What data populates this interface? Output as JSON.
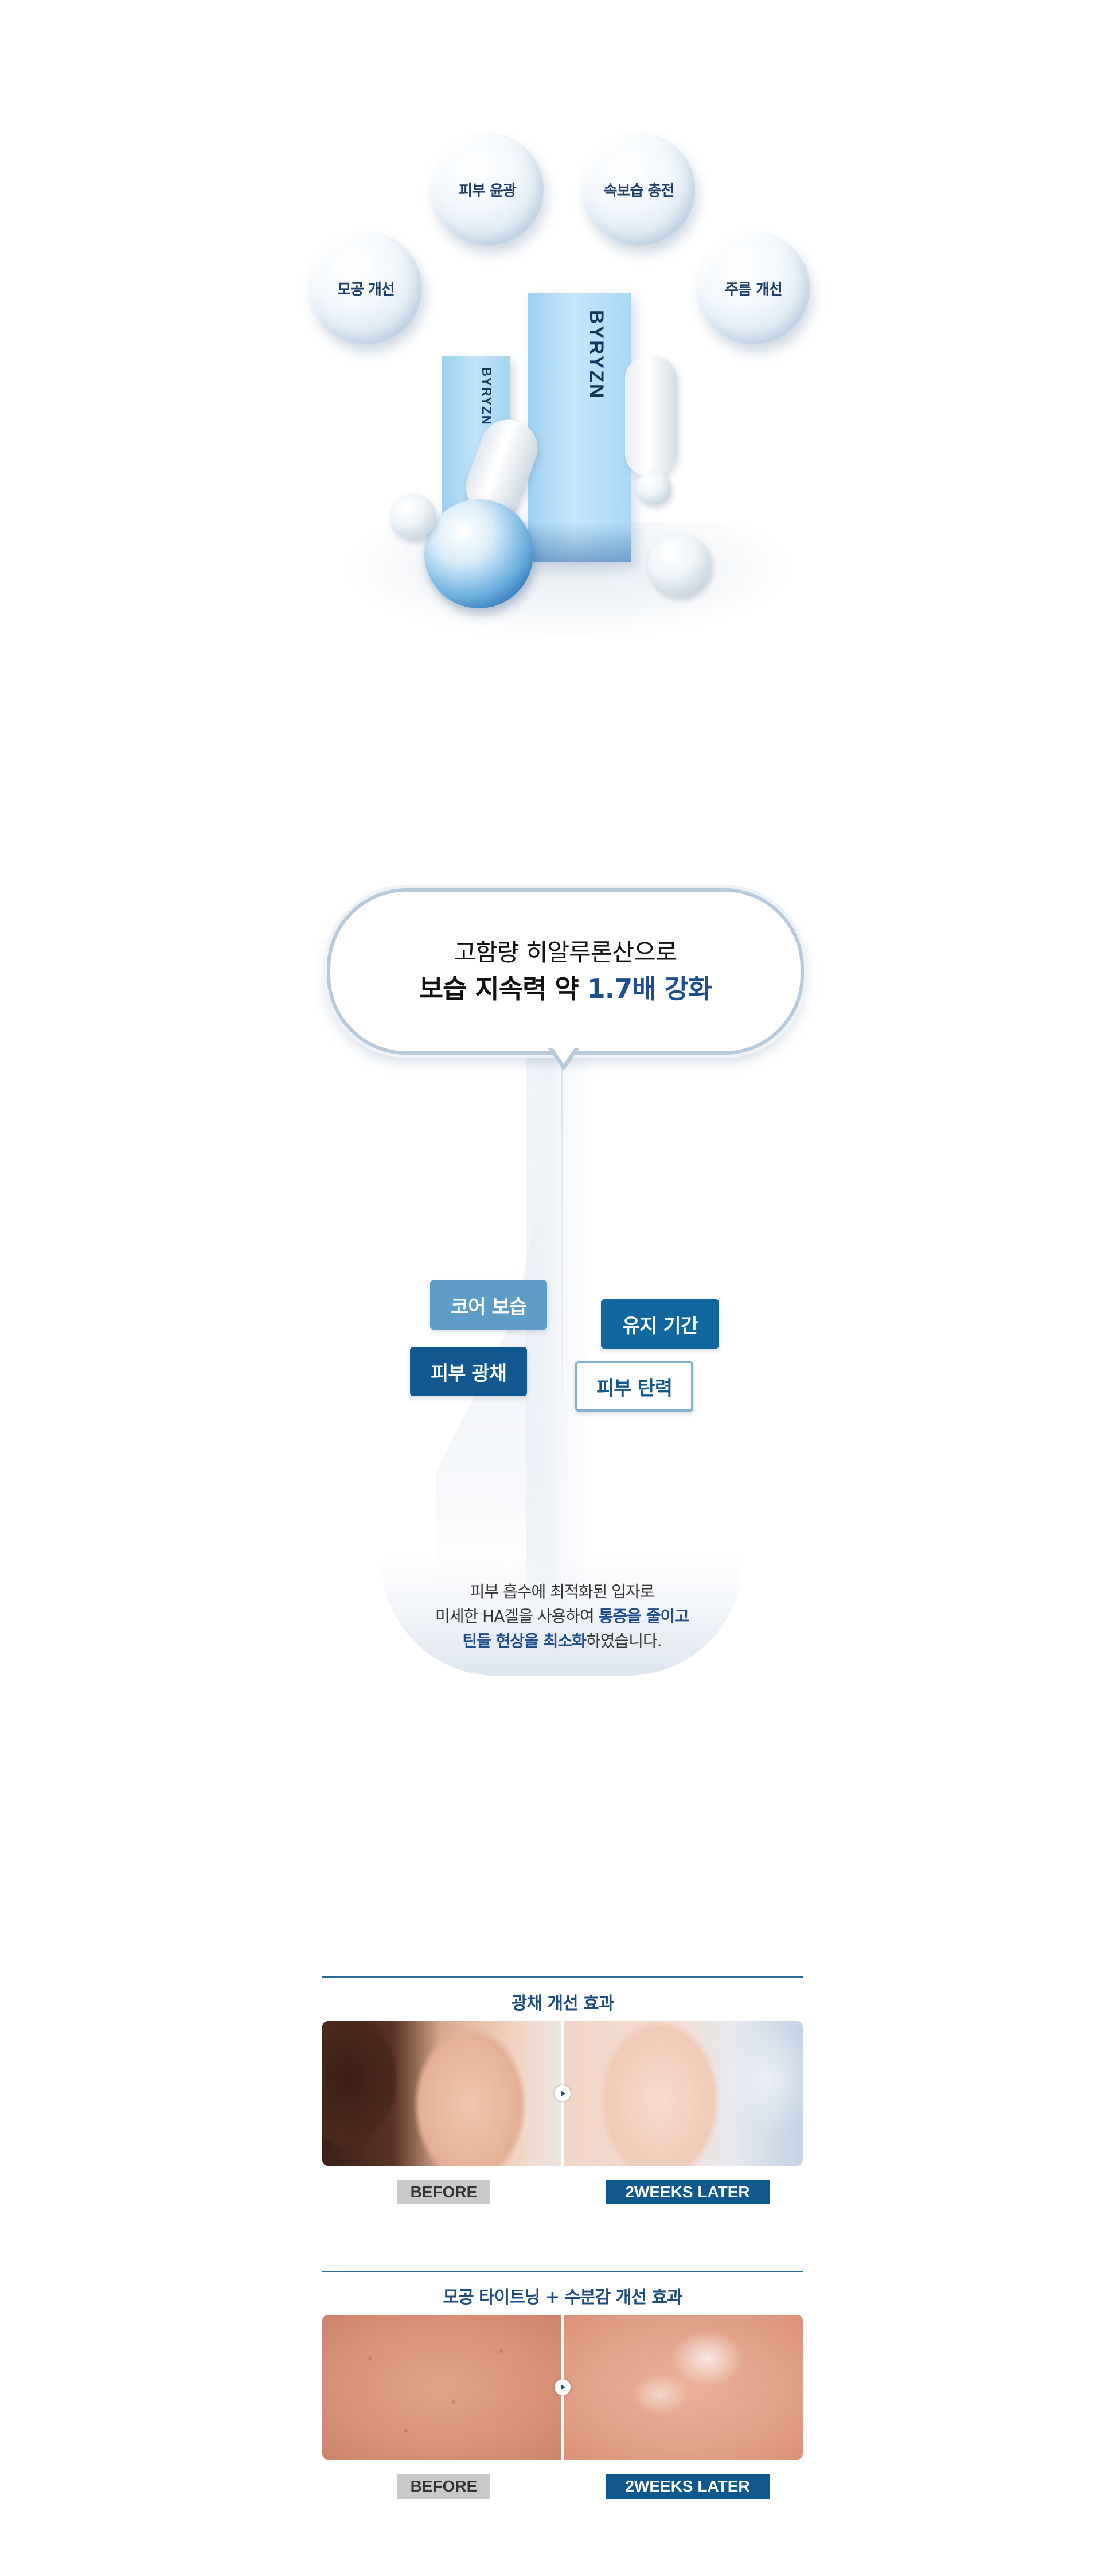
{
  "benefits": {
    "skin_glow": "피부 윤광",
    "deep_moisture": "속보습 충전",
    "pore_care": "모공 개선",
    "wrinkle_care": "주름 개선"
  },
  "product": {
    "brand_big": "BYRYZN",
    "brand_small": "BYRYZN"
  },
  "statement": {
    "line1": "고함량 히알루론산으로",
    "line2_prefix": "보습 지속력 약 ",
    "line2_highlight": "1.7배 강화"
  },
  "tags": {
    "core_moisture": "코어 보습",
    "skin_glow": "피부 광채",
    "duration": "유지 기간",
    "elasticity": "피부 탄력"
  },
  "description": {
    "line1": "피부 흡수에 최적화된 입자로",
    "line2_prefix": "미세한 HA겔을 사용하여 ",
    "line2_bold": "통증을 줄이고",
    "line3_bold": "틴들 현상을 최소화",
    "line3_suffix": "하였습니다."
  },
  "comparison1": {
    "title": "광채 개선 효과",
    "before_label": "BEFORE",
    "after_label": "2WEEKS LATER"
  },
  "comparison2": {
    "title": "모공 타이트닝 + 수분감 개선 효과",
    "before_label": "BEFORE",
    "after_label": "2WEEKS LATER"
  },
  "colors": {
    "accent": "#1d4f8f",
    "tag_dark": "#10588f",
    "tag_light": "#5c9cc7"
  }
}
